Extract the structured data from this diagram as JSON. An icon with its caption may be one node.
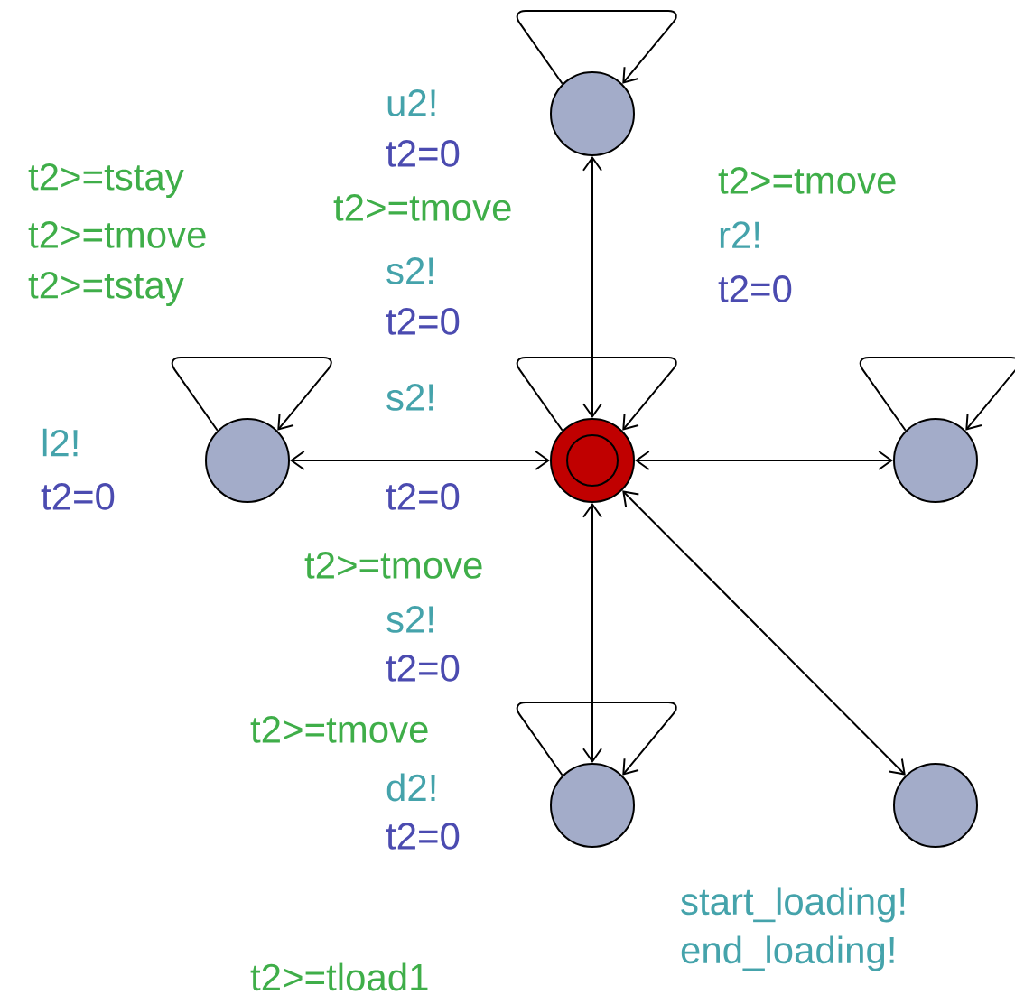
{
  "diagram": {
    "nodes": [
      {
        "text": [],
        "shape": "circle"
      },
      {
        "text": [],
        "shape": "circle"
      },
      {
        "text": [],
        "shape": "ring"
      },
      {
        "text": [],
        "shape": "circle"
      },
      {
        "text": [],
        "shape": "circle"
      },
      {
        "text": [],
        "shape": "circle"
      }
    ],
    "edges": [
      {
        "from": 2,
        "to": 0,
        "arrow": "both"
      },
      {
        "from": 2,
        "to": 1,
        "arrow": "both"
      },
      {
        "from": 2,
        "to": 3,
        "arrow": "both"
      },
      {
        "from": 2,
        "to": 4,
        "arrow": "both"
      },
      {
        "from": 2,
        "to": 5,
        "arrow": "both"
      },
      {
        "from": 0,
        "to": 0,
        "arrow": "to"
      },
      {
        "from": 1,
        "to": 1,
        "arrow": "to"
      },
      {
        "from": 2,
        "to": 2,
        "arrow": "to"
      },
      {
        "from": 3,
        "to": 3,
        "arrow": "to"
      },
      {
        "from": 4,
        "to": 4,
        "arrow": "to"
      }
    ],
    "labels": [
      "u2!",
      "t2=0",
      "t2>=tstay",
      "t2>=tmove",
      "t2>=tmove",
      "t2>=tmove",
      "r2!",
      "t2>=tstay",
      "s2!",
      "t2=0",
      "t2=0",
      "s2!",
      "l2!",
      "t2=0",
      "t2=0",
      "t2>=tmove",
      "s2!",
      "t2=0",
      "t2>=tmove",
      "d2!",
      "t2=0",
      "start_loading!",
      "end_loading!",
      "t2>=tload1"
    ]
  }
}
